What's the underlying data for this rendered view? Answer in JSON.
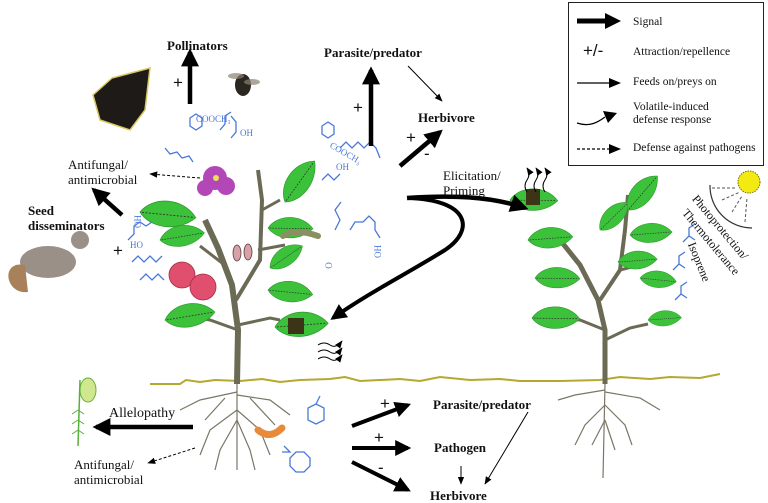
{
  "legend": {
    "items": [
      {
        "symbol": "thick-arrow",
        "label": "Signal"
      },
      {
        "symbol": "plus-minus",
        "glyph": "+/-",
        "label": "Attraction/repellence"
      },
      {
        "symbol": "thin-arrow",
        "label": "Feeds on/preys on"
      },
      {
        "symbol": "wavy-arrow",
        "label": "Volatile-induced defense response",
        "line1": "Volatile-induced",
        "line2": "defense response"
      },
      {
        "symbol": "dashed-arrow",
        "label": "Defense against pathogens"
      }
    ]
  },
  "above_ground": {
    "pollinators": "Pollinators",
    "parasite_predator": "Parasite/predator",
    "herbivore": "Herbivore",
    "antifungal_line1": "Antifungal/",
    "antifungal_line2": "antimicrobial",
    "seed_line1": "Seed",
    "seed_line2": "disseminators",
    "elicitation_line1": "Elicitation/",
    "elicitation_line2": "Priming",
    "photoprotection": "Photoprotection/",
    "thermotolerance": "Thermotolerance",
    "isoprene": "Isoprene",
    "chem_cooch3_a": "COOCH₃",
    "chem_oh_a": "OH",
    "chem_cooch3_b": "COOCH₃",
    "chem_oh_b": "OH",
    "chem_oh_c": "OH",
    "chem_ho": "HO",
    "chem_oh_d": "OH",
    "chem_o": "O",
    "chem_oh_e": "OH"
  },
  "below_ground": {
    "allelopathy": "Allelopathy",
    "antifungal_line1": "Antifungal/",
    "antifungal_line2": "antimicrobial",
    "parasite_predator": "Parasite/predator",
    "pathogen": "Pathogen",
    "herbivore": "Herbivore"
  },
  "signs": {
    "pollinator": "+",
    "parasite": "+",
    "herbivore_plus": "+",
    "herbivore_minus": "-",
    "seed": "+",
    "below_parasite": "+",
    "below_pathogen": "+",
    "below_herbivore": "-"
  },
  "colors": {
    "leaf": "#3cc23a",
    "leaf_dark": "#2a8a2a",
    "stem": "#6b6a55",
    "soil_line": "#b5a830",
    "chemical": "#4a78d8",
    "flower": "#b447b8",
    "berry": "#e0506e",
    "sun": "#f2ea10",
    "arrow": "#000000"
  }
}
